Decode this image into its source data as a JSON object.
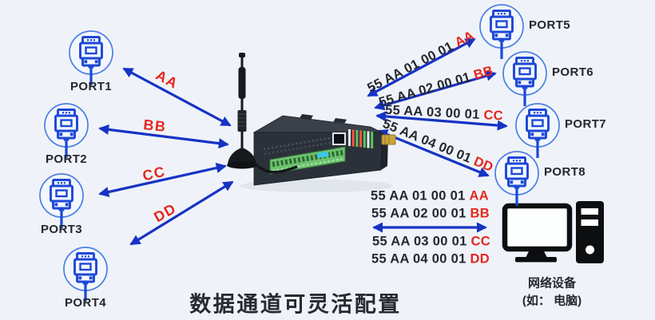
{
  "title": "数据通道可灵活配置",
  "left_ports": [
    {
      "label": "PORT1",
      "channel": "AA"
    },
    {
      "label": "PORT2",
      "channel": "BB"
    },
    {
      "label": "PORT3",
      "channel": "CC"
    },
    {
      "label": "PORT4",
      "channel": "DD"
    }
  ],
  "right_ports": [
    {
      "label": "PORT5"
    },
    {
      "label": "PORT6"
    },
    {
      "label": "PORT7"
    },
    {
      "label": "PORT8"
    }
  ],
  "right_arrow_messages": [
    {
      "prefix": "55 AA 01 00 01",
      "suffix": "AA"
    },
    {
      "prefix": "55 AA 02 00 01",
      "suffix": "BB"
    },
    {
      "prefix": "55 AA 03 00 01",
      "suffix": "CC"
    },
    {
      "prefix": "55 AA 04 00 01",
      "suffix": "DD"
    }
  ],
  "pc_messages": [
    {
      "prefix": "55 AA 01 00 01",
      "suffix": "AA"
    },
    {
      "prefix": "55 AA 02 00 01",
      "suffix": "BB"
    },
    {
      "prefix": "55 AA 03 00 01",
      "suffix": "CC"
    },
    {
      "prefix": "55 AA 04 00 01",
      "suffix": "DD"
    }
  ],
  "network_device": {
    "name": "网络设备",
    "hint": "(如： 电脑)"
  },
  "icons": {
    "port": "serial-db9-connector-icon",
    "device": "serial-server-with-antenna",
    "pc": "desktop-computer-icon"
  },
  "colors": {
    "background": "#eff3f9",
    "arrow_blue": "#1733c4",
    "label_red": "#e8251c",
    "port_icon_blue": "#1c48d6",
    "port_circle_blue": "#4c7fe3",
    "text_dark": "#24282d"
  }
}
